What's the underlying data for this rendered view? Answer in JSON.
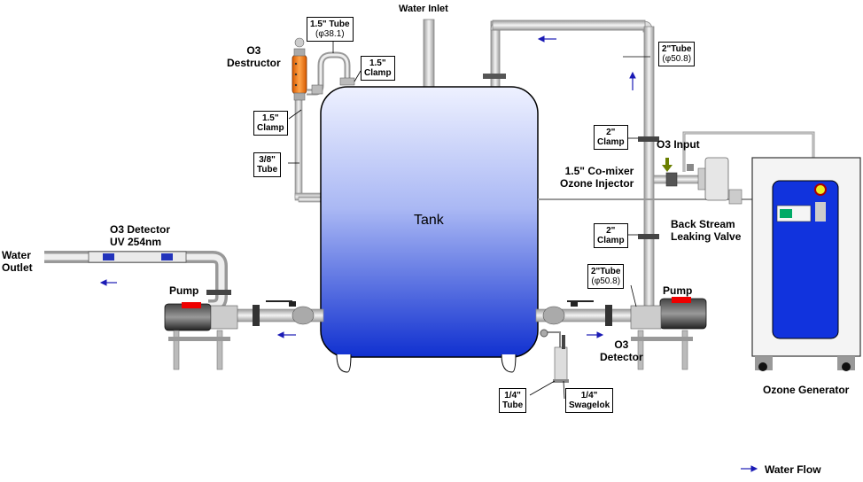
{
  "labels": {
    "water_inlet": "Water Inlet",
    "tube_15": "1.5\" Tube",
    "tube_15_dia": "(φ38.1)",
    "clamp_15_top_1": "1.5\"",
    "clamp_15_top_2": "Clamp",
    "o3_destructor_1": "O3",
    "o3_destructor_2": "Destructor",
    "clamp_15_left_1": "1.5\"",
    "clamp_15_left_2": "Clamp",
    "tube_38_1": "3/8\"",
    "tube_38_2": "Tube",
    "tank": "Tank",
    "tube_2_top": "2\"Tube",
    "tube_2_top_dia": "(φ50.8)",
    "clamp_2_upper_1": "2\"",
    "clamp_2_upper_2": "Clamp",
    "o3_input": "O3 Input",
    "comixer_1": "1.5\" Co-mixer",
    "comixer_2": "Ozone Injector",
    "back_stream_1": "Back Stream",
    "back_stream_2": "Leaking Valve",
    "clamp_2_lower_1": "2\"",
    "clamp_2_lower_2": "Clamp",
    "tube_2_low": "2\"Tube",
    "tube_2_low_dia": "(φ50.8)",
    "pump_right": "Pump",
    "pump_left": "Pump",
    "o3_detector_low_1": "O3",
    "o3_detector_low_2": "Detector",
    "tube_14_1": "1/4\"",
    "tube_14_2": "Tube",
    "swagelok_1": "1/4\"",
    "swagelok_2": "Swagelok",
    "o3_detector_uv_1": "O3 Detector",
    "o3_detector_uv_2": "UV 254nm",
    "water_outlet_1": "Water",
    "water_outlet_2": "Outlet",
    "ozone_generator": "Ozone Generator",
    "water_flow": "Water Flow"
  },
  "colors": {
    "tank_top": "#e6ecff",
    "tank_bottom": "#0f2ccc",
    "pipe": "#d9d9d9",
    "pipe_edge": "#8c8c8c",
    "generator_panel": "#1133dd",
    "destructor": "#f07c1e",
    "arrow": "#1a1ab5",
    "pump_red": "#e60000"
  }
}
